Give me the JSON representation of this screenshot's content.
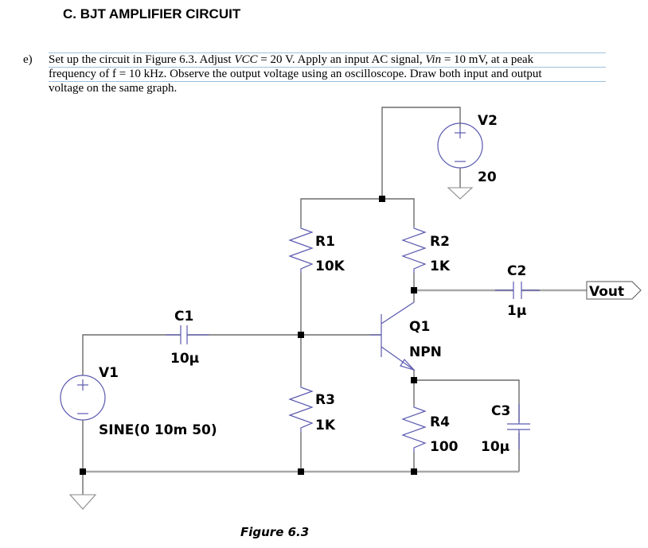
{
  "section": {
    "title": "C.  BJT AMPLIFIER CIRCUIT"
  },
  "question": {
    "label": "e)",
    "line1_a": "Set up the circuit in Figure 6.3. Adjust ",
    "line1_vcc": "VCC",
    "line1_b": " = 20 V. Apply an input AC signal, ",
    "line1_vin": "Vin",
    "line1_c": " = 10 mV, at a peak",
    "line2": "frequency of f = 10 kHz. Observe the output voltage using an oscilloscope. Draw both input and output",
    "line3": "voltage on the same graph."
  },
  "figure": {
    "caption": "Figure 6.3",
    "components": {
      "v2": {
        "name": "V2",
        "value": "20"
      },
      "r1": {
        "name": "R1",
        "value": "10K"
      },
      "r2": {
        "name": "R2",
        "value": "1K"
      },
      "c2": {
        "name": "C2",
        "value": "1µ"
      },
      "out": {
        "label": "Vout"
      },
      "c1": {
        "name": "C1",
        "value": "10µ"
      },
      "q1": {
        "name": "Q1",
        "value": "NPN"
      },
      "v1": {
        "name": "V1",
        "value": "SINE(0 10m 50)"
      },
      "r3": {
        "name": "R3",
        "value": "1K"
      },
      "r4": {
        "name": "R4",
        "value": "100"
      },
      "c3": {
        "name": "C3",
        "value": "10µ"
      }
    }
  }
}
